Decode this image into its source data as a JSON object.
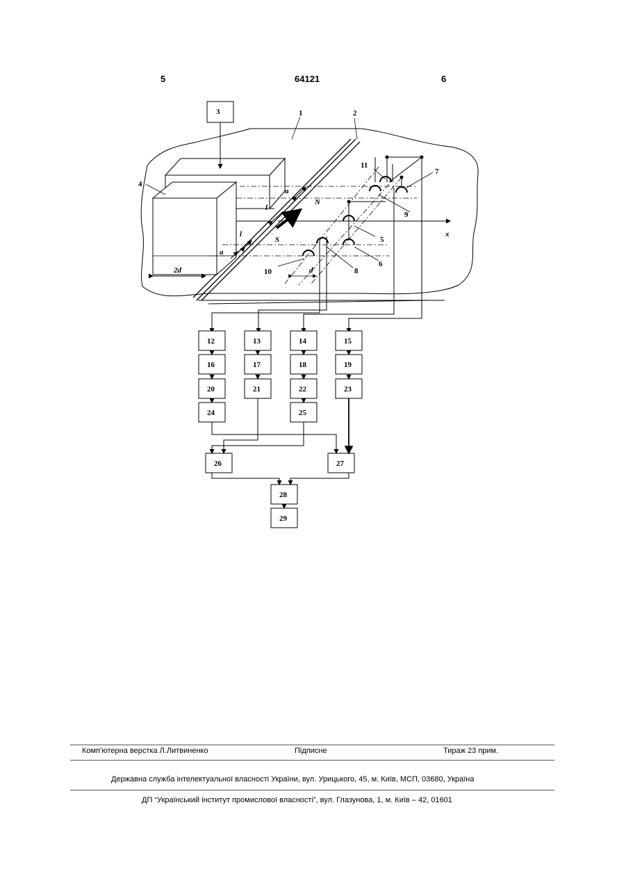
{
  "header": {
    "page_left": "5",
    "patent_number": "64121",
    "page_right": "6"
  },
  "figure": {
    "callouts": {
      "n1": "1",
      "n2": "2",
      "n3": "3",
      "n4": "4",
      "n5": "5",
      "n6": "6",
      "n7": "7",
      "n8": "8",
      "n9": "9",
      "n10": "10",
      "n11": "11"
    },
    "symbols": {
      "a_top": "a",
      "a_bot": "a",
      "l_top": "l",
      "l_bot": "l",
      "N": "N",
      "S": "S",
      "x": "x",
      "d": "d",
      "two_d": "2d"
    },
    "blocks": [
      "12",
      "13",
      "14",
      "15",
      "16",
      "17",
      "18",
      "19",
      "20",
      "21",
      "22",
      "23",
      "24",
      "25",
      "26",
      "27",
      "28",
      "29"
    ]
  },
  "footer": {
    "layout_credit": "Комп’ютерна верстка Л.Литвиненко",
    "signed": "Підписне",
    "circulation": "Тираж 23 прим.",
    "agency": "Державна служба інтелектуальної власності України, вул. Урицького, 45, м. Київ, МСП, 03680, Україна",
    "institute": "ДП “Український інститут промислової власності”, вул. Глазунова, 1, м. Київ – 42, 01601"
  }
}
